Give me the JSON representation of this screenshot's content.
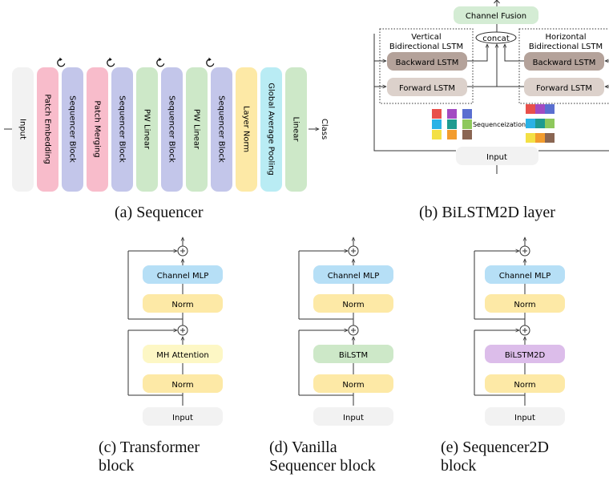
{
  "panel_a": {
    "input": "Input",
    "patch_embedding": "Patch Embedding",
    "sequencer_block": "Sequencer Block",
    "patch_merging": "Patch Merging",
    "pw_linear": "PW Linear",
    "layer_norm": "Layer Norm",
    "global_average_pooling": "Global Average Pooling",
    "linear": "Linear",
    "class": "Class",
    "caption": "(a) Sequencer"
  },
  "panel_b": {
    "channel_fusion": "Channel Fusion",
    "concat": "concat",
    "vertical_line1": "Vertical",
    "vertical_line2": "Bidirectional LSTM",
    "horizontal_line1": "Horizontal",
    "horizontal_line2": "Bidirectional LSTM",
    "backward_lstm": "Backward LSTM",
    "forward_lstm": "Forward LSTM",
    "sequenceization": "Sequenceization",
    "input": "Input",
    "caption": "(b) BiLSTM2D layer"
  },
  "panel_c": {
    "channel_mlp": "Channel MLP",
    "norm": "Norm",
    "mixer": "MH Attention",
    "input": "Input",
    "caption_line1": "(c) Transformer",
    "caption_line2": "block"
  },
  "panel_d": {
    "channel_mlp": "Channel MLP",
    "norm": "Norm",
    "mixer": "BiLSTM",
    "input": "Input",
    "caption_line1": "(d) Vanilla",
    "caption_line2": "Sequencer block"
  },
  "panel_e": {
    "channel_mlp": "Channel MLP",
    "norm": "Norm",
    "mixer": "BiLSTM2D",
    "input": "Input",
    "caption_line1": "(e) Sequencer2D",
    "caption_line2": "block"
  },
  "colors": {
    "input": "#f2f2f2",
    "pink": "#f8bccb",
    "lavender": "#c3c6ea",
    "green": "#cde8c8",
    "yellow": "#fde9a6",
    "cyan": "#b9ecf4",
    "blue": "#b6dff6",
    "lightyellow": "#fdf7c5",
    "purple": "#dcbdea",
    "brown": "#b4a29a",
    "taupe": "#dcd1cb",
    "fusion": "#d4ecd4"
  }
}
